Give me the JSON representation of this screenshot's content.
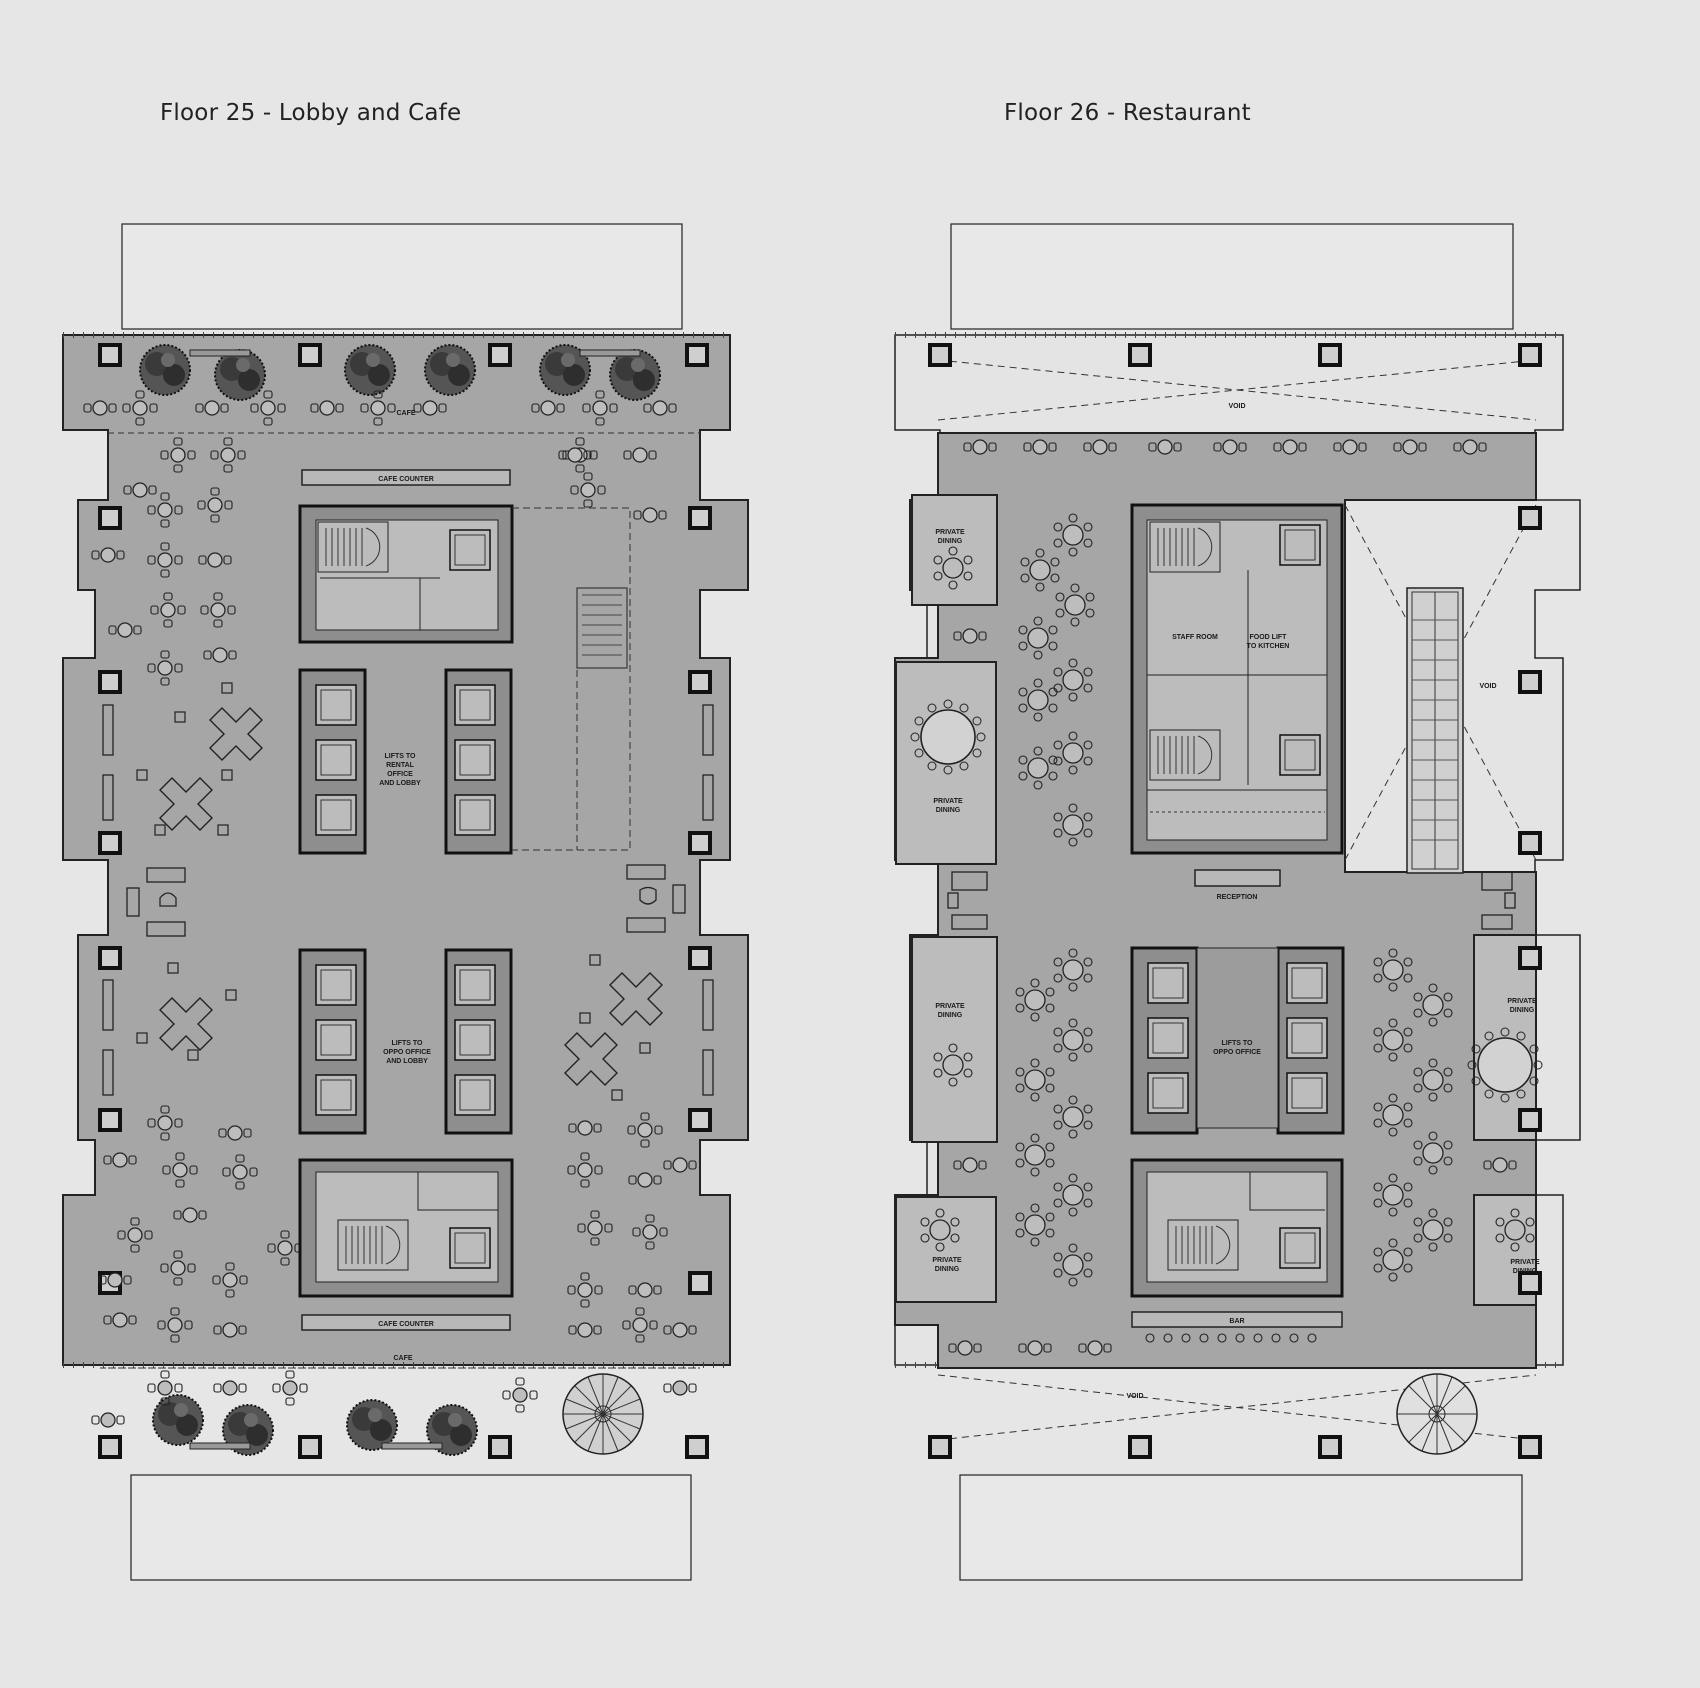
{
  "plans": [
    {
      "title": "Floor 25 - Lobby and Cafe",
      "labels": {
        "cafe_top": "CAFE",
        "cafe_counter_top": "CAFE COUNTER",
        "lifts_upper": "LIFTS TO RENTAL OFFICE AND LOBBY",
        "lifts_lower": "LIFTS TO OPPO OFFICE AND LOBBY",
        "cafe_counter_bottom": "CAFE COUNTER",
        "cafe_bottom": "CAFE"
      }
    },
    {
      "title": "Floor 26 - Restaurant",
      "labels": {
        "void_top": "VOID",
        "void_right": "VOID",
        "void_bottom": "VOID",
        "private_dining": "PRIVATE DINING",
        "staff_room": "STAFF ROOM",
        "food_lift": "FOOD LIFT TO KITCHEN",
        "reception": "RECEPTION",
        "lifts": "LIFTS TO OPPO OFFICE",
        "bar": "BAR"
      }
    }
  ],
  "colors": {
    "background": "#e6e6e6",
    "floor": "#a6a6a6",
    "void": "#e4e4e4",
    "core": "#8e8e8e",
    "room": "#bcbcbc",
    "line": "#222222"
  }
}
